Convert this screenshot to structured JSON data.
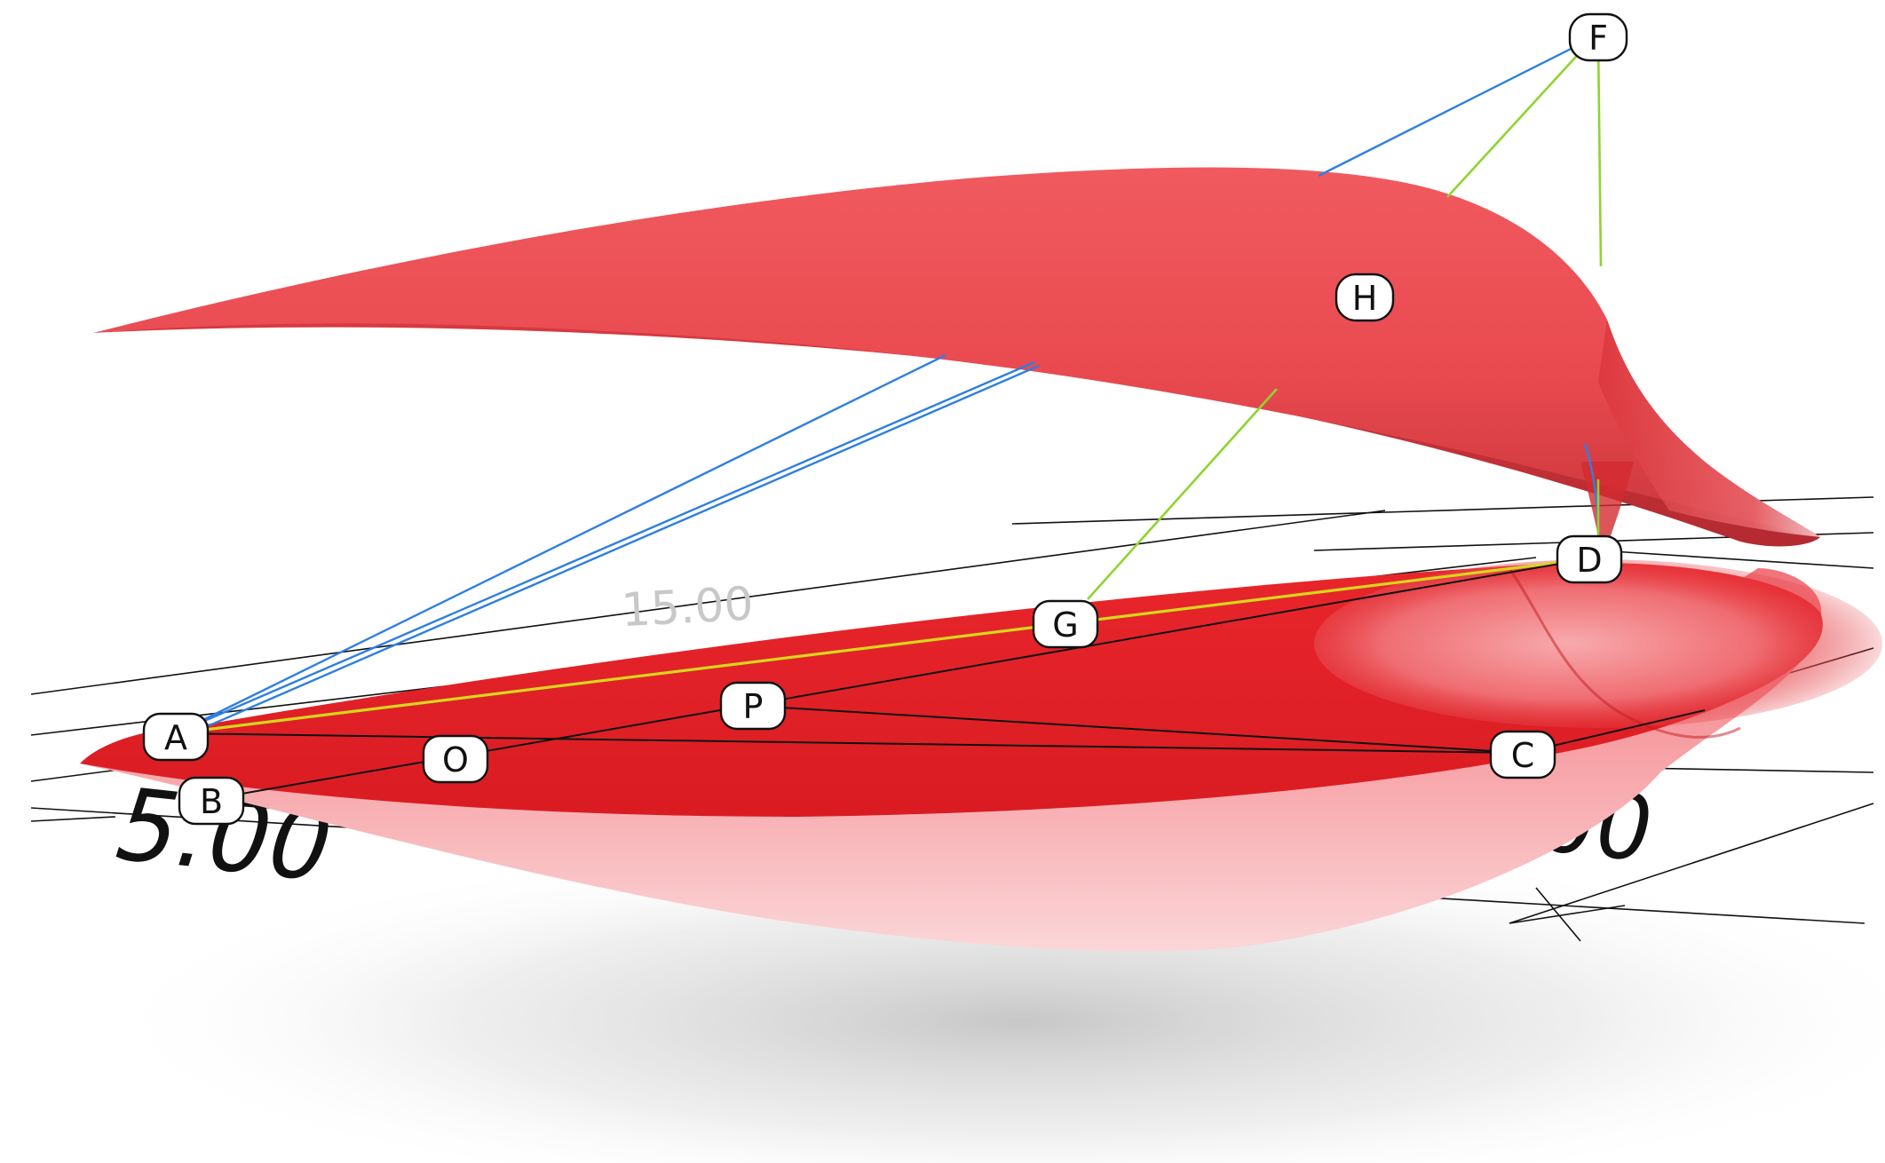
{
  "points": [
    {
      "id": "pt-A",
      "label": "A"
    },
    {
      "id": "pt-B",
      "label": "B"
    },
    {
      "id": "pt-C",
      "label": "C"
    },
    {
      "id": "pt-D",
      "label": "D"
    },
    {
      "id": "pt-F",
      "label": "F"
    },
    {
      "id": "pt-G",
      "label": "G"
    },
    {
      "id": "pt-H",
      "label": "H"
    },
    {
      "id": "pt-O",
      "label": "O"
    },
    {
      "id": "pt-P",
      "label": "P"
    }
  ],
  "dimensions": {
    "front_left": "5.00",
    "front_right": "5.00",
    "back": "15.00"
  },
  "colors": {
    "surface_top": "#ee4a50",
    "surface_bottom": "#e01f26",
    "dim_line": "#111111",
    "control_line_blue": "#2f7fe0",
    "control_line_green": "#8fd430",
    "chord_line_yellow": "#d6d61c",
    "point_label_bg": "#ffffff"
  }
}
